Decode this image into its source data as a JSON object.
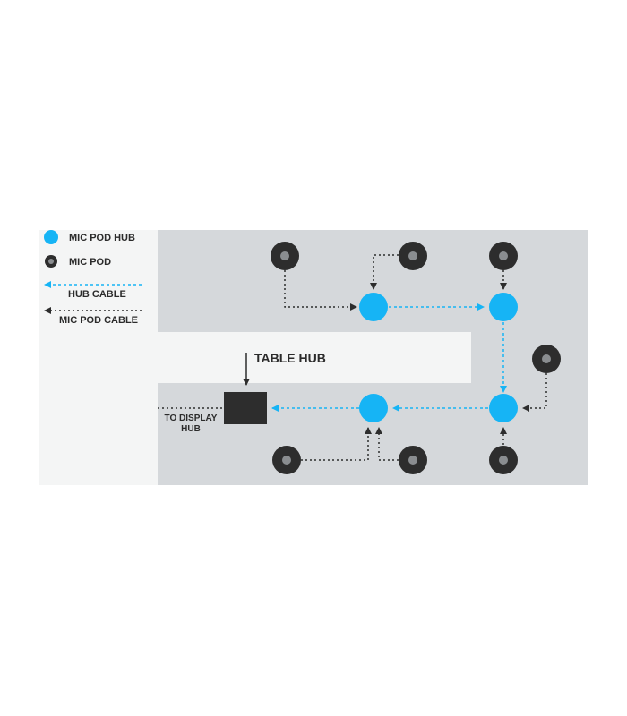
{
  "legend": {
    "mic_pod_hub": "MIC POD HUB",
    "mic_pod": "MIC POD",
    "hub_cable": "HUB CABLE",
    "mic_pod_cable": "MIC POD CABLE"
  },
  "labels": {
    "table_hub": "TABLE HUB",
    "to_display_line1": "TO DISPLAY",
    "to_display_line2": "HUB"
  },
  "colors": {
    "hub": "#16b4f5",
    "pod": "#2d2d2d",
    "table_area": "#d5d8db",
    "legend_panel": "#f4f5f5",
    "table_hub": "#2d2d2d"
  }
}
